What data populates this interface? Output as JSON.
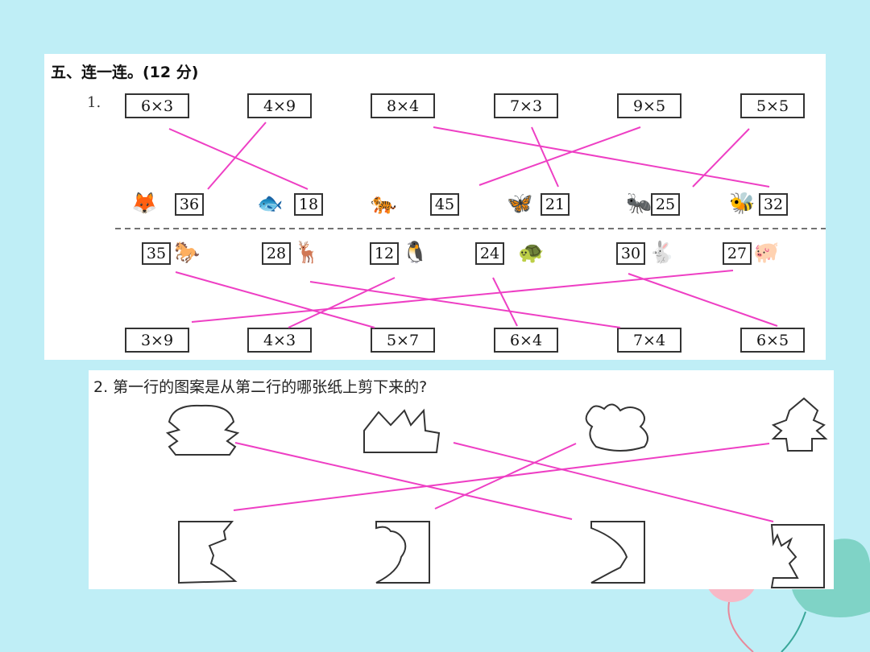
{
  "section_title": "五、连一连。(12 分)",
  "q1": {
    "label": "1.",
    "top_exprs": [
      "6×3",
      "4×9",
      "8×4",
      "7×3",
      "9×5",
      "5×5"
    ],
    "upper_numbers": [
      "36",
      "18",
      "45",
      "21",
      "25",
      "32"
    ],
    "upper_animals": [
      "fox-icon",
      "fish-icon",
      "tiger-icon",
      "butterfly-icon",
      "ant-icon",
      "bee-icon"
    ],
    "lower_numbers": [
      "35",
      "28",
      "12",
      "24",
      "30",
      "27"
    ],
    "lower_animals": [
      "horse-icon",
      "deer-icon",
      "penguin-icon",
      "turtle-icon",
      "rabbit-icon",
      "pig-icon"
    ],
    "bottom_exprs": [
      "3×9",
      "4×3",
      "5×7",
      "6×4",
      "7×4",
      "6×5"
    ]
  },
  "q2": {
    "text": "2. 第一行的图案是从第二行的哪张纸上剪下来的?"
  },
  "colors": {
    "background": "#bfeef6",
    "line": "#ee3fc4",
    "border": "#333333"
  }
}
